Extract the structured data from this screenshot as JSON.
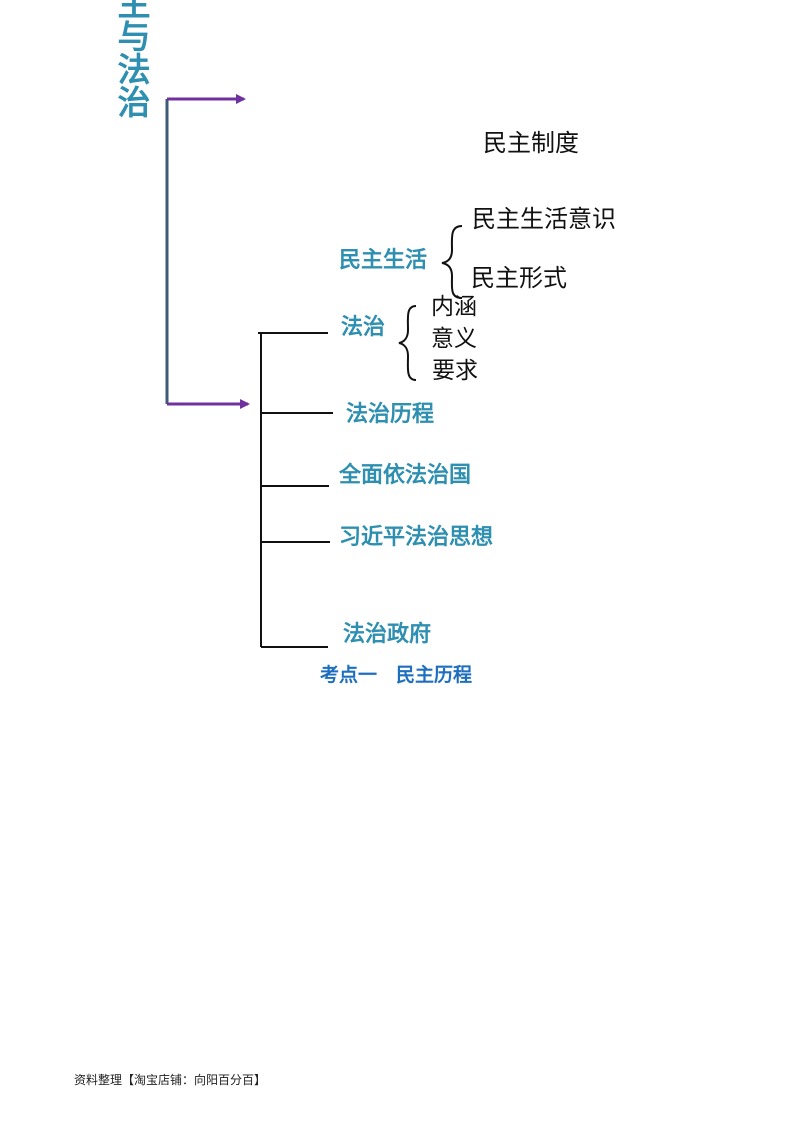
{
  "title_vertical": "主与法治",
  "branches": {
    "democracy_system": "民主制度",
    "democracy_life": {
      "label": "民主生活",
      "items": [
        "民主生活意识",
        "民主形式"
      ]
    },
    "rule_of_law": {
      "label": "法治",
      "items": [
        "内涵",
        "意义",
        "要求"
      ]
    },
    "rule_of_law_history": "法治历程",
    "comprehensive_rule_of_law": "全面依法治国",
    "xi_thought": "习近平法治思想",
    "law_based_government": "法治政府"
  },
  "exam_point": "考点一　民主历程",
  "footer": "资料整理【淘宝店铺：向阳百分百】",
  "colors": {
    "teal": "#2e8fb0",
    "purple": "#7030a0",
    "slate": "#3f5a78",
    "blue": "#1f6fbf"
  }
}
